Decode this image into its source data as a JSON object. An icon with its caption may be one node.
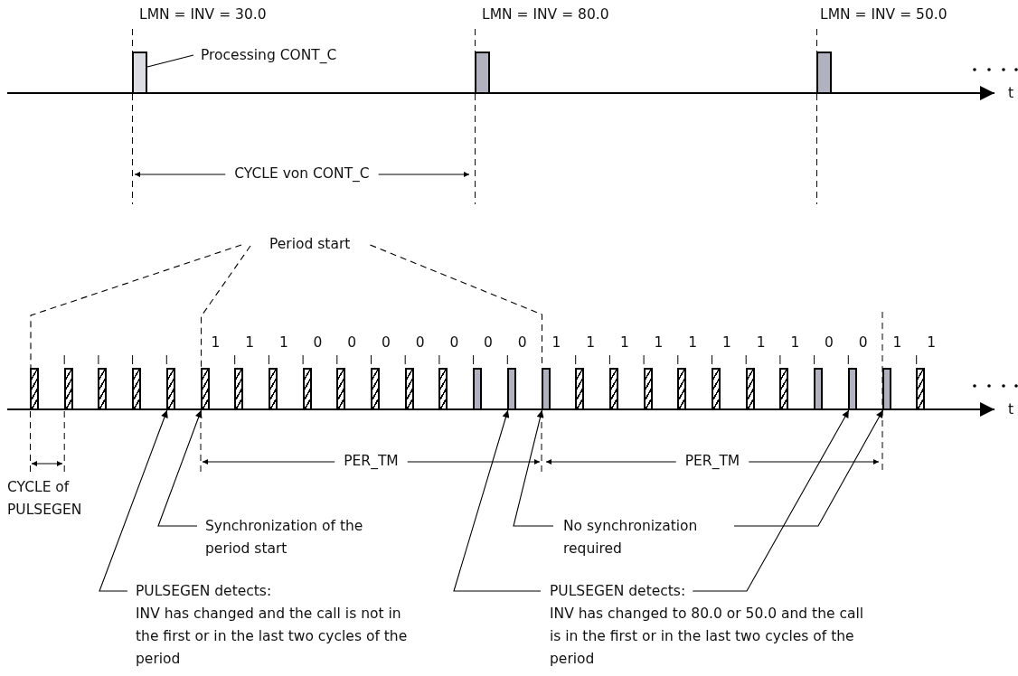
{
  "diagram": {
    "nodes": [
      {
        "text": [
          "Processing CONT_C"
        ]
      },
      {
        "text": [],
        "shape": "bar"
      },
      {
        "text": [],
        "shape": "bar"
      },
      {
        "text": [],
        "shape": "bar"
      },
      {
        "text": [
          "Period start"
        ]
      },
      {
        "text": [],
        "shape": "bar"
      },
      {
        "text": [],
        "shape": "bar"
      },
      {
        "text": [],
        "shape": "bar"
      },
      {
        "text": [],
        "shape": "bar"
      },
      {
        "text": [],
        "shape": "bar"
      },
      {
        "text": [],
        "shape": "bar",
        "beside": [
          "1"
        ]
      },
      {
        "text": [],
        "shape": "bar",
        "beside": [
          "1"
        ]
      },
      {
        "text": [],
        "shape": "bar",
        "beside": [
          "1"
        ]
      },
      {
        "text": [],
        "shape": "bar",
        "beside": [
          "0"
        ]
      },
      {
        "text": [],
        "shape": "bar",
        "beside": [
          "0"
        ]
      },
      {
        "text": [],
        "shape": "bar",
        "beside": [
          "0"
        ]
      },
      {
        "text": [],
        "shape": "bar",
        "beside": [
          "0"
        ]
      },
      {
        "text": [],
        "shape": "bar",
        "beside": [
          "0"
        ]
      },
      {
        "text": [],
        "shape": "bar",
        "beside": [
          "0"
        ]
      },
      {
        "text": [],
        "shape": "bar",
        "beside": [
          "0"
        ]
      },
      {
        "text": [],
        "shape": "bar",
        "beside": [
          "1"
        ]
      },
      {
        "text": [],
        "shape": "bar",
        "beside": [
          "1"
        ]
      },
      {
        "text": [],
        "shape": "bar",
        "beside": [
          "1"
        ]
      },
      {
        "text": [],
        "shape": "bar",
        "beside": [
          "1"
        ]
      },
      {
        "text": [],
        "shape": "bar",
        "beside": [
          "1"
        ]
      },
      {
        "text": [],
        "shape": "bar",
        "beside": [
          "1"
        ]
      },
      {
        "text": [],
        "shape": "bar",
        "beside": [
          "1"
        ]
      },
      {
        "text": [],
        "shape": "bar",
        "beside": [
          "1"
        ]
      },
      {
        "text": [],
        "shape": "bar",
        "beside": [
          "0"
        ]
      },
      {
        "text": [],
        "shape": "bar",
        "beside": [
          "0"
        ]
      },
      {
        "text": [],
        "shape": "bar",
        "beside": [
          "1"
        ]
      },
      {
        "text": [],
        "shape": "bar",
        "beside": [
          "1"
        ]
      },
      {
        "text": [
          "Synchronization of the period start"
        ]
      },
      {
        "text": [
          "No synchronization required"
        ]
      },
      {
        "text": [
          "PULSEGEN detects:",
          "INV has changed and the call is not in the first or in the last two cycles of the period"
        ]
      },
      {
        "text": [
          "PULSEGEN detects:",
          "INV has changed to 80.0 or 50.0 and the call is in the first or in the last two cycles of the period"
        ]
      }
    ],
    "edges": [
      {
        "from": 0,
        "to": 1,
        "arrow": "none"
      },
      {
        "from": 4,
        "to": 5,
        "arrow": "none",
        "style": "dashed"
      },
      {
        "from": 4,
        "to": 10,
        "arrow": "none",
        "style": "dashed"
      },
      {
        "from": 4,
        "to": 20,
        "arrow": "none",
        "style": "dashed"
      },
      {
        "from": 32,
        "to": 10,
        "arrow": "to"
      },
      {
        "from": 33,
        "to": 20,
        "arrow": "to"
      },
      {
        "from": 33,
        "to": 30,
        "arrow": "to"
      },
      {
        "from": 34,
        "to": 9,
        "arrow": "to"
      },
      {
        "from": 35,
        "to": 19,
        "arrow": "to"
      },
      {
        "from": 35,
        "to": 29,
        "arrow": "to"
      }
    ],
    "labels": [
      "LMN = INV = 30.0",
      "LMN = INV = 80.0",
      "LMN = INV = 50.0",
      "t",
      "CYCLE von CONT_C",
      "t",
      "CYCLE of PULSEGEN",
      "PER_TM",
      "PER_TM"
    ]
  }
}
